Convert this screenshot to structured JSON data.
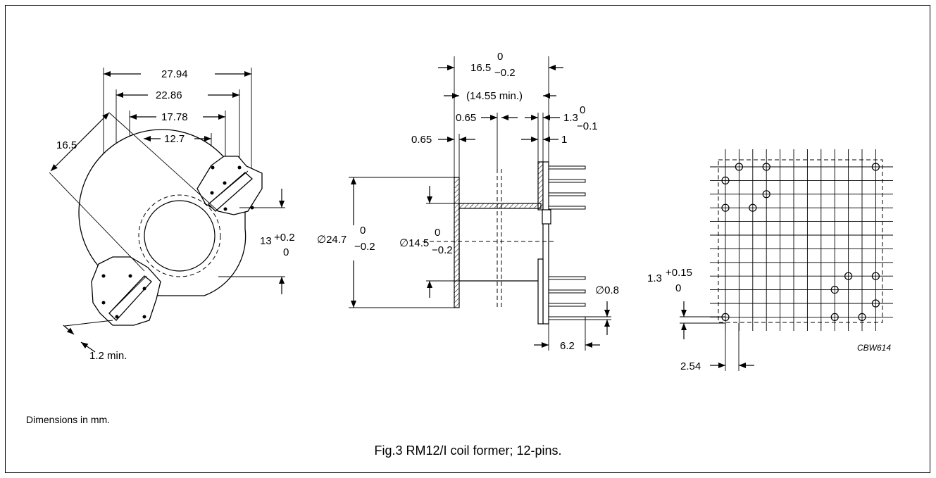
{
  "caption": "Fig.3  RM12/I coil former; 12-pins.",
  "units_note": "Dimensions in mm.",
  "drawing_code": "CBW614",
  "top_view": {
    "dims": {
      "w1": "27.94",
      "w2": "22.86",
      "w3": "17.78",
      "w4": "12.7",
      "diag": "16.5",
      "height": "13",
      "height_tol_upper": "+0.2",
      "height_tol_lower": "0",
      "min_gap": "1.2 min."
    }
  },
  "side_view": {
    "dims": {
      "length": "16.5",
      "length_tol_upper": "0",
      "length_tol_lower": "−0.2",
      "inner_length": "(14.55 min.)",
      "wall_a": "0.65",
      "wall_b": "0.65",
      "flange": "1.3",
      "flange_tol_upper": "0",
      "flange_tol_lower": "−0.1",
      "pin_offset": "1",
      "outer_dia": "∅24.7",
      "outer_dia_tol_upper": "0",
      "outer_dia_tol_lower": "−0.2",
      "inner_dia": "∅14.5",
      "inner_dia_tol_upper": "0",
      "inner_dia_tol_lower": "−0.2",
      "pin_dia": "∅0.8",
      "pin_length": "6.2"
    }
  },
  "pcb_view": {
    "dims": {
      "pitch": "2.54",
      "offset": "1.3",
      "offset_tol_upper": "+0.15",
      "offset_tol_lower": "0"
    }
  }
}
